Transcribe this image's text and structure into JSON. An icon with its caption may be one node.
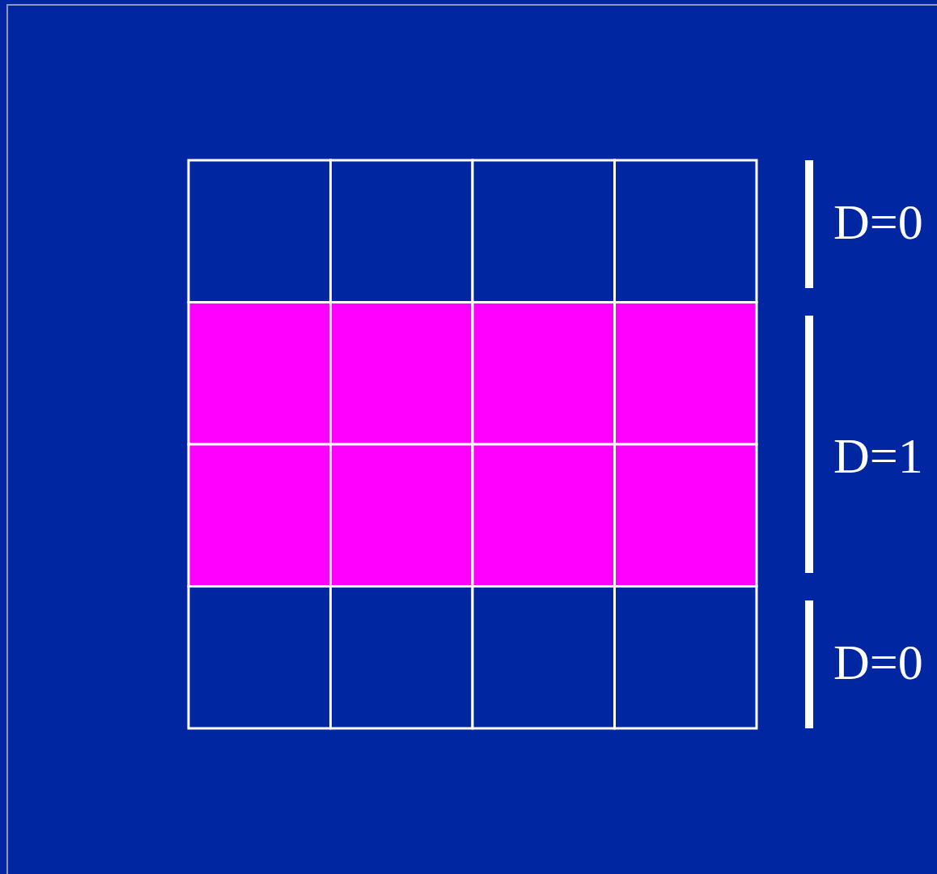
{
  "diagram": {
    "labels": [
      "D=0",
      "D=1",
      "D=0"
    ]
  }
}
